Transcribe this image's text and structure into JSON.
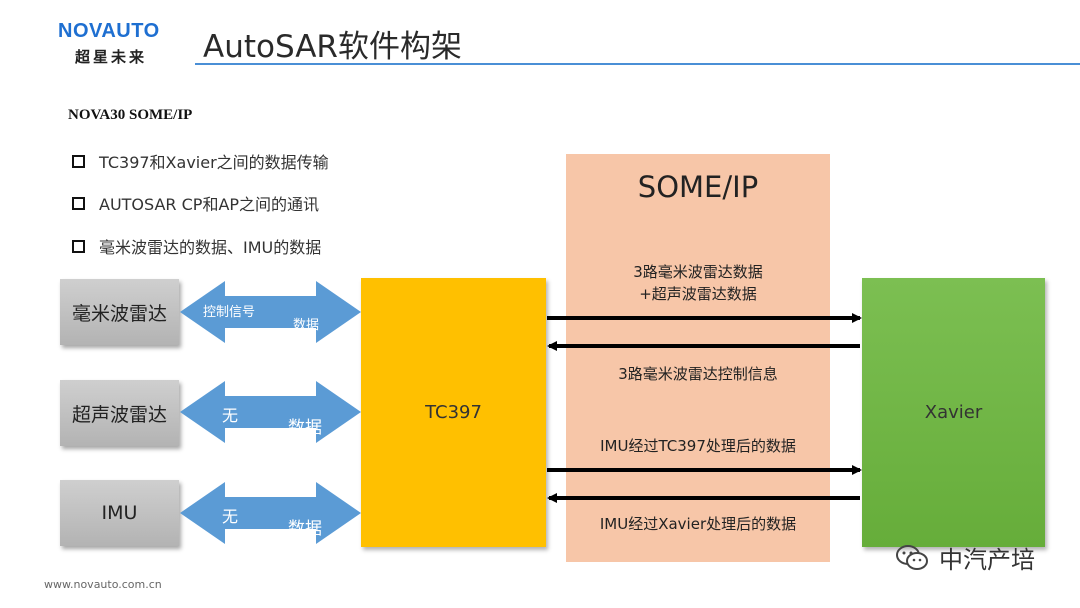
{
  "header": {
    "logo_en": "NOVAUTO",
    "logo_cn": "超星未来",
    "title": "AutoSAR软件构架"
  },
  "subtitle": "NOVA30 SOME/IP",
  "bullets": [
    "TC397和Xavier之间的数据传输",
    "AUTOSAR CP和AP之间的通讯",
    "毫米波雷达的数据、IMU的数据"
  ],
  "someip": {
    "title": "SOME/IP",
    "label_1_line1": "3路毫米波雷达数据",
    "label_1_line2": "+超声波雷达数据",
    "label_2": "3路毫米波雷达控制信息",
    "label_3": "IMU经过TC397处理后的数据",
    "label_4": "IMU经过Xavier处理后的数据"
  },
  "sensors": [
    {
      "name": "毫米波雷达",
      "arrow_top": "控制信号",
      "arrow_bottom": "数据"
    },
    {
      "name": "超声波雷达",
      "arrow_top": "无",
      "arrow_bottom": "数据"
    },
    {
      "name": "IMU",
      "arrow_top": "无",
      "arrow_bottom": "数据"
    }
  ],
  "tc397": "TC397",
  "xavier": "Xavier",
  "footer": {
    "website": "www.novauto.com.cn",
    "watermark": "中汽产培"
  },
  "colors": {
    "tc397": "#ffc000",
    "xavier": "#70b444",
    "someip_panel": "#f7c6a8",
    "sensor_box": "#c0c0c0",
    "blue_arrow": "#5b9bd5",
    "title_rule": "#4a8fd6"
  }
}
